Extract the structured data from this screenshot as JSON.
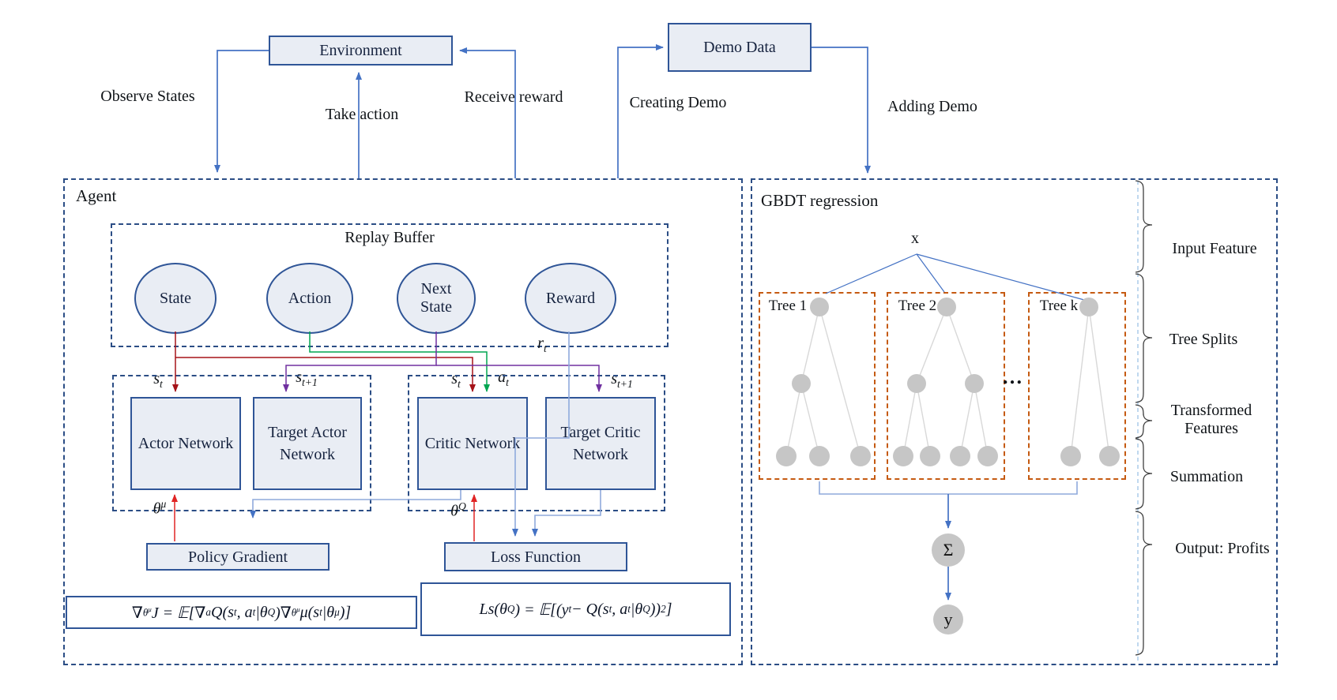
{
  "colors": {
    "navy": "#2b4d85",
    "box_border": "#2f5597",
    "box_fill": "#e9edf4",
    "blue": "#4472c4",
    "periwinkle": "#8faadc",
    "red": "#e02424",
    "dark_red": "#a51218",
    "green": "#00a651",
    "purple": "#7030a0",
    "orange": "#c55a11",
    "node_gray": "#c6c6c6",
    "edge_gray": "#d8d8d8",
    "light_dash": "#9dc3e6",
    "text": "#111111"
  },
  "flow": {
    "environment": "Environment",
    "demo_data": "Demo Data",
    "observe_states": "Observe States",
    "take_action": "Take action",
    "receive_reward": "Receive reward",
    "creating_demo": "Creating Demo",
    "adding_demo": "Adding Demo"
  },
  "agent": {
    "title": "Agent",
    "replay_buffer": {
      "title": "Replay Buffer",
      "items": [
        "State",
        "Action",
        "Next State",
        "Reward"
      ]
    },
    "signals": {
      "reward": "r_{t}",
      "state_actor": "s_{t}",
      "next_state_target_actor": "s_{t+1}",
      "state_critic": "s_{t}",
      "action_critic": "a_{t}",
      "next_state_target_critic": "s_{t+1}",
      "theta_mu": "θ^{μ}",
      "theta_q": "θ^{Q}"
    },
    "networks": {
      "actor": "Actor Network",
      "target_actor": "Target Actor Network",
      "critic": "Critic Network",
      "target_critic": "Target Critic Network"
    },
    "policy_gradient": "Policy Gradient",
    "loss_function": "Loss Function",
    "equations": {
      "policy_gradient": "∇_{θ^{μ}}J = 𝔼[∇_{a}Q(s_{t}, a_{t}|θ^{Q})∇_{θ^{μ}}μ(s_{t}|θ^{μ})]",
      "loss": "Ls(θ^{Q}) = 𝔼[(y_{t} − Q(s_{t}, a_{t} |θ^{Q}))^{2}]"
    }
  },
  "gbdt": {
    "title": "GBDT regression",
    "input_symbol": "x",
    "trees": [
      {
        "label": "Tree 1"
      },
      {
        "label": "Tree 2"
      },
      {
        "label": "Tree k"
      }
    ],
    "ellipsis": "…",
    "sum_symbol": "Σ",
    "output_symbol": "y",
    "stages": [
      "Input Feature",
      "Tree Splits",
      "Transformed Features",
      "Summation",
      "Output: Profits"
    ]
  }
}
